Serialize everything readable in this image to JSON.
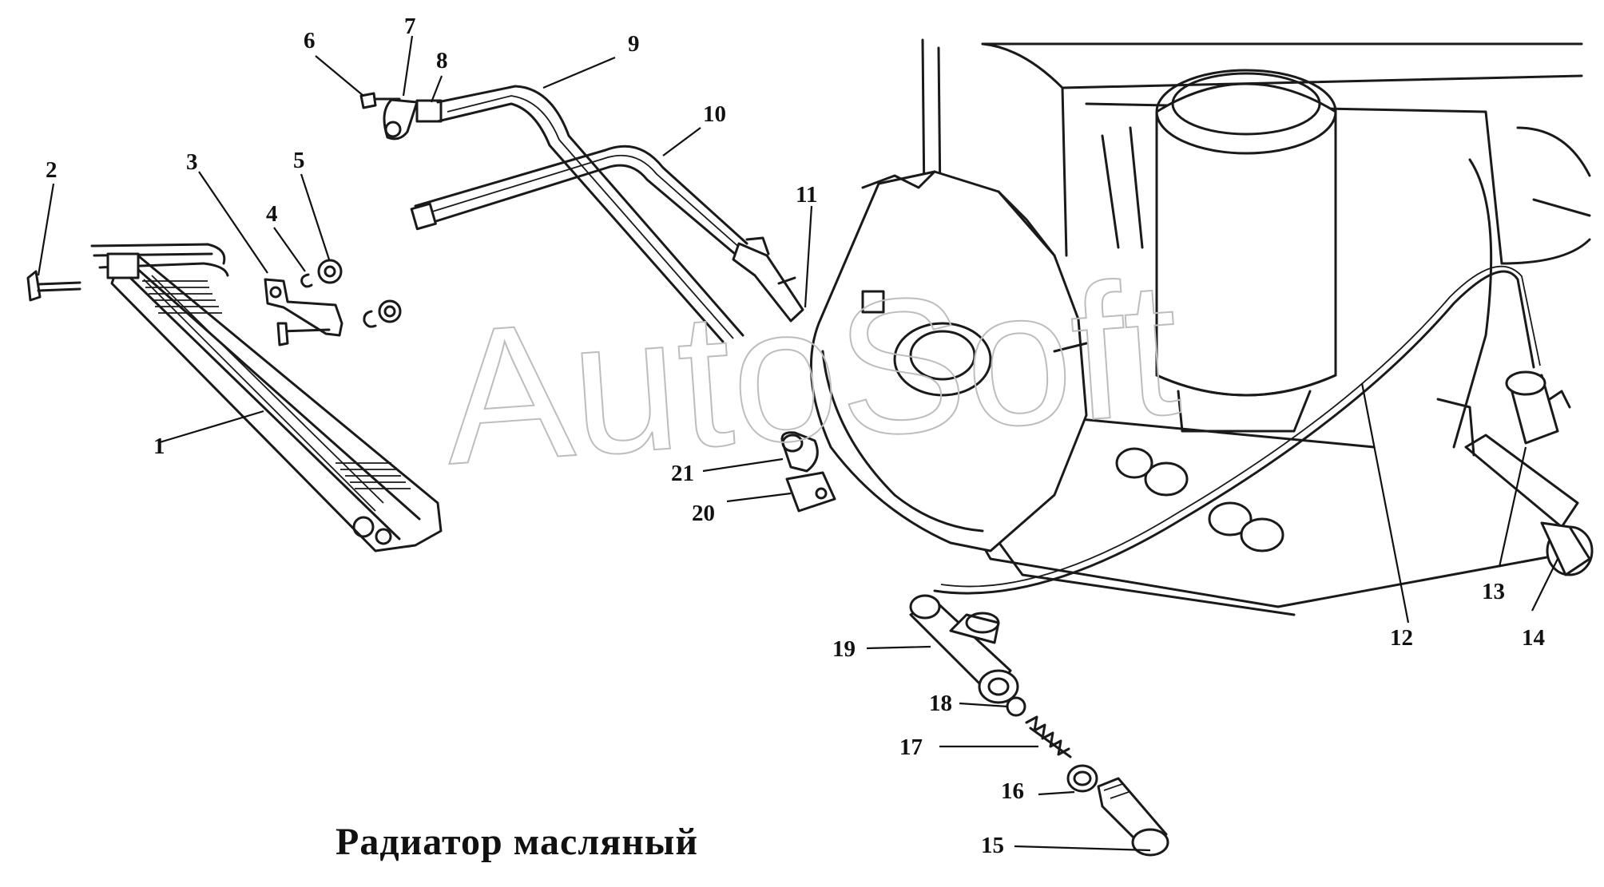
{
  "caption": "Радиатор масляный",
  "watermark": "AutoSoft",
  "callouts": [
    "1",
    "2",
    "3",
    "4",
    "5",
    "6",
    "7",
    "8",
    "9",
    "10",
    "11",
    "12",
    "13",
    "14",
    "15",
    "16",
    "17",
    "18",
    "19",
    "20",
    "21"
  ],
  "colors": {
    "ink": "#1a1a1a",
    "background": "#ffffff",
    "watermark": "#bdbdbd"
  }
}
